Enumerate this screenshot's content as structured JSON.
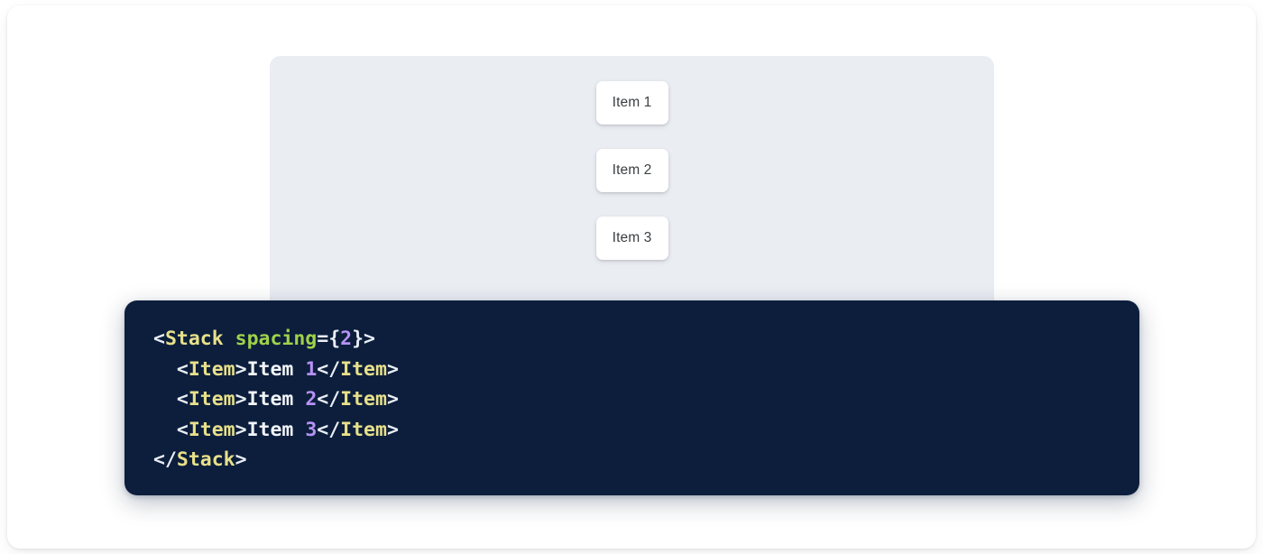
{
  "preview": {
    "component": "Stack",
    "items": [
      {
        "label": "Item 1"
      },
      {
        "label": "Item 2"
      },
      {
        "label": "Item 3"
      }
    ]
  },
  "code": {
    "language": "jsx",
    "lines": [
      {
        "indent": "",
        "tokens": [
          {
            "t": "<",
            "k": "punct"
          },
          {
            "t": "Stack",
            "k": "tag"
          },
          {
            "t": " ",
            "k": "punct"
          },
          {
            "t": "spacing",
            "k": "attr"
          },
          {
            "t": "={",
            "k": "punct"
          },
          {
            "t": "2",
            "k": "num"
          },
          {
            "t": "}>",
            "k": "punct"
          }
        ]
      },
      {
        "indent": "  ",
        "tokens": [
          {
            "t": "<",
            "k": "punct"
          },
          {
            "t": "Item",
            "k": "tag"
          },
          {
            "t": ">",
            "k": "punct"
          },
          {
            "t": "Item ",
            "k": "text"
          },
          {
            "t": "1",
            "k": "num"
          },
          {
            "t": "</",
            "k": "punct"
          },
          {
            "t": "Item",
            "k": "tag"
          },
          {
            "t": ">",
            "k": "punct"
          }
        ]
      },
      {
        "indent": "  ",
        "tokens": [
          {
            "t": "<",
            "k": "punct"
          },
          {
            "t": "Item",
            "k": "tag"
          },
          {
            "t": ">",
            "k": "punct"
          },
          {
            "t": "Item ",
            "k": "text"
          },
          {
            "t": "2",
            "k": "num"
          },
          {
            "t": "</",
            "k": "punct"
          },
          {
            "t": "Item",
            "k": "tag"
          },
          {
            "t": ">",
            "k": "punct"
          }
        ]
      },
      {
        "indent": "  ",
        "tokens": [
          {
            "t": "<",
            "k": "punct"
          },
          {
            "t": "Item",
            "k": "tag"
          },
          {
            "t": ">",
            "k": "punct"
          },
          {
            "t": "Item ",
            "k": "text"
          },
          {
            "t": "3",
            "k": "num"
          },
          {
            "t": "</",
            "k": "punct"
          },
          {
            "t": "Item",
            "k": "tag"
          },
          {
            "t": ">",
            "k": "punct"
          }
        ]
      },
      {
        "indent": "",
        "tokens": [
          {
            "t": "</",
            "k": "punct"
          },
          {
            "t": "Stack",
            "k": "tag"
          },
          {
            "t": ">",
            "k": "punct"
          }
        ]
      }
    ]
  },
  "colors": {
    "page_background": "#ffffff",
    "panel_background": "#eaedf2",
    "item_background": "#ffffff",
    "item_text": "#3c4043",
    "code_background": "#0c1e3c",
    "code_tag": "#e8e08a",
    "code_attribute": "#9fd24a",
    "code_number": "#b692f6",
    "code_punctuation": "#e9eef5",
    "code_text": "#f2f5f9"
  }
}
